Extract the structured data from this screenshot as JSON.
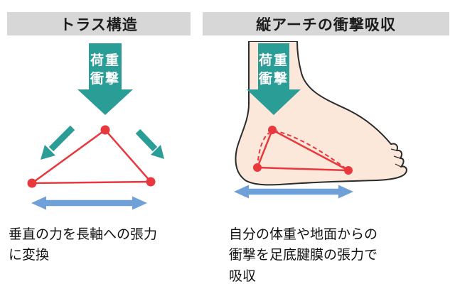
{
  "left_panel": {
    "title": "トラス構造",
    "load_arrow": {
      "line1": "荷重",
      "line2": "衝撃"
    },
    "caption": "垂直の力を長軸への張力\nに変換"
  },
  "right_panel": {
    "title": "縦アーチの衝撃吸収",
    "load_arrow": {
      "line1": "荷重",
      "line2": "衝撃"
    },
    "caption": "自分の体重や地面からの\n衝撃を足底腱膜の張力で\n吸収"
  },
  "colors": {
    "teal_arrow": "#2b9d97",
    "red_line": "#e8383d",
    "blue_arrow": "#6fa0d8",
    "header_bg": "#d7d7d7",
    "foot_fill": "#fbe8da"
  }
}
